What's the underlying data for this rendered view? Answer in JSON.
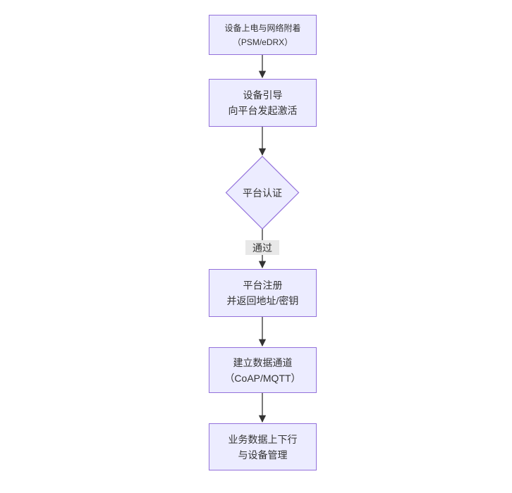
{
  "diagram": {
    "type": "flowchart",
    "direction": "top-down",
    "colors": {
      "node_fill": "#ECECFF",
      "node_border": "#9370DB",
      "text_color": "#333333",
      "arrow_color": "#333333",
      "edge_label_bg": "#e8e8e8",
      "background": "#ffffff"
    },
    "nodes": [
      {
        "id": "power-attach",
        "shape": "rect",
        "lines": [
          "设备上电与网络附着",
          "（PSM/eDRX）"
        ]
      },
      {
        "id": "bootstrap",
        "shape": "rect",
        "lines": [
          "设备引导",
          "向平台发起激活"
        ]
      },
      {
        "id": "auth-decision",
        "shape": "diamond",
        "lines": [
          "平台认证"
        ]
      },
      {
        "id": "register",
        "shape": "rect",
        "lines": [
          "平台注册",
          "并返回地址/密钥"
        ]
      },
      {
        "id": "data-channel",
        "shape": "rect",
        "lines": [
          "建立数据通道",
          "（CoAP/MQTT）"
        ]
      },
      {
        "id": "business",
        "shape": "rect",
        "lines": [
          "业务数据上下行",
          "与设备管理"
        ]
      }
    ],
    "edges": [
      {
        "from": "power-attach",
        "to": "bootstrap",
        "label": ""
      },
      {
        "from": "bootstrap",
        "to": "auth-decision",
        "label": ""
      },
      {
        "from": "auth-decision",
        "to": "register",
        "label": "通过"
      },
      {
        "from": "register",
        "to": "data-channel",
        "label": ""
      },
      {
        "from": "data-channel",
        "to": "business",
        "label": ""
      }
    ]
  }
}
